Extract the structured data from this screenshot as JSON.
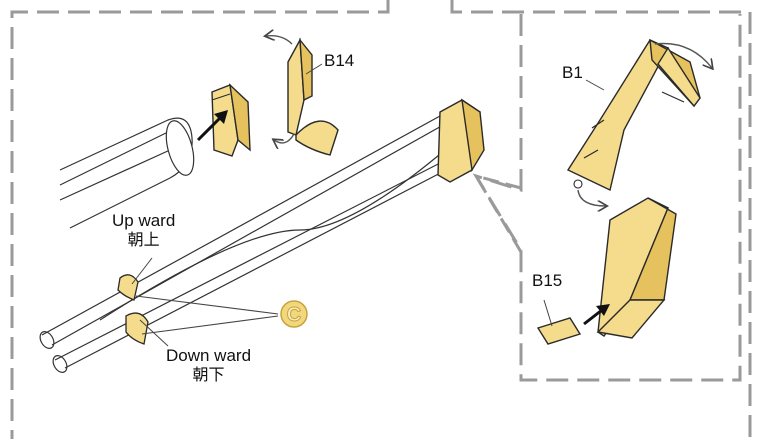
{
  "parts": {
    "b14": "B14",
    "b1": "B1",
    "b15": "B15"
  },
  "notes": {
    "upward": {
      "en": "Up ward",
      "zh": "朝上"
    },
    "downward": {
      "en": "Down ward",
      "zh": "朝下"
    }
  },
  "marker_c": "C",
  "colors": {
    "part_fill": "#f4dc8c",
    "part_shade": "#e6c25e",
    "part_edge": "#2a2a2a",
    "border_gray": "#9a9a9a",
    "marker_fill": "#f2d77e",
    "arrow_black": "#111111"
  },
  "icons": {
    "bend_arrow": "curved-double-arrow-icon",
    "insert_arrow": "black-insertion-arrow-icon"
  }
}
